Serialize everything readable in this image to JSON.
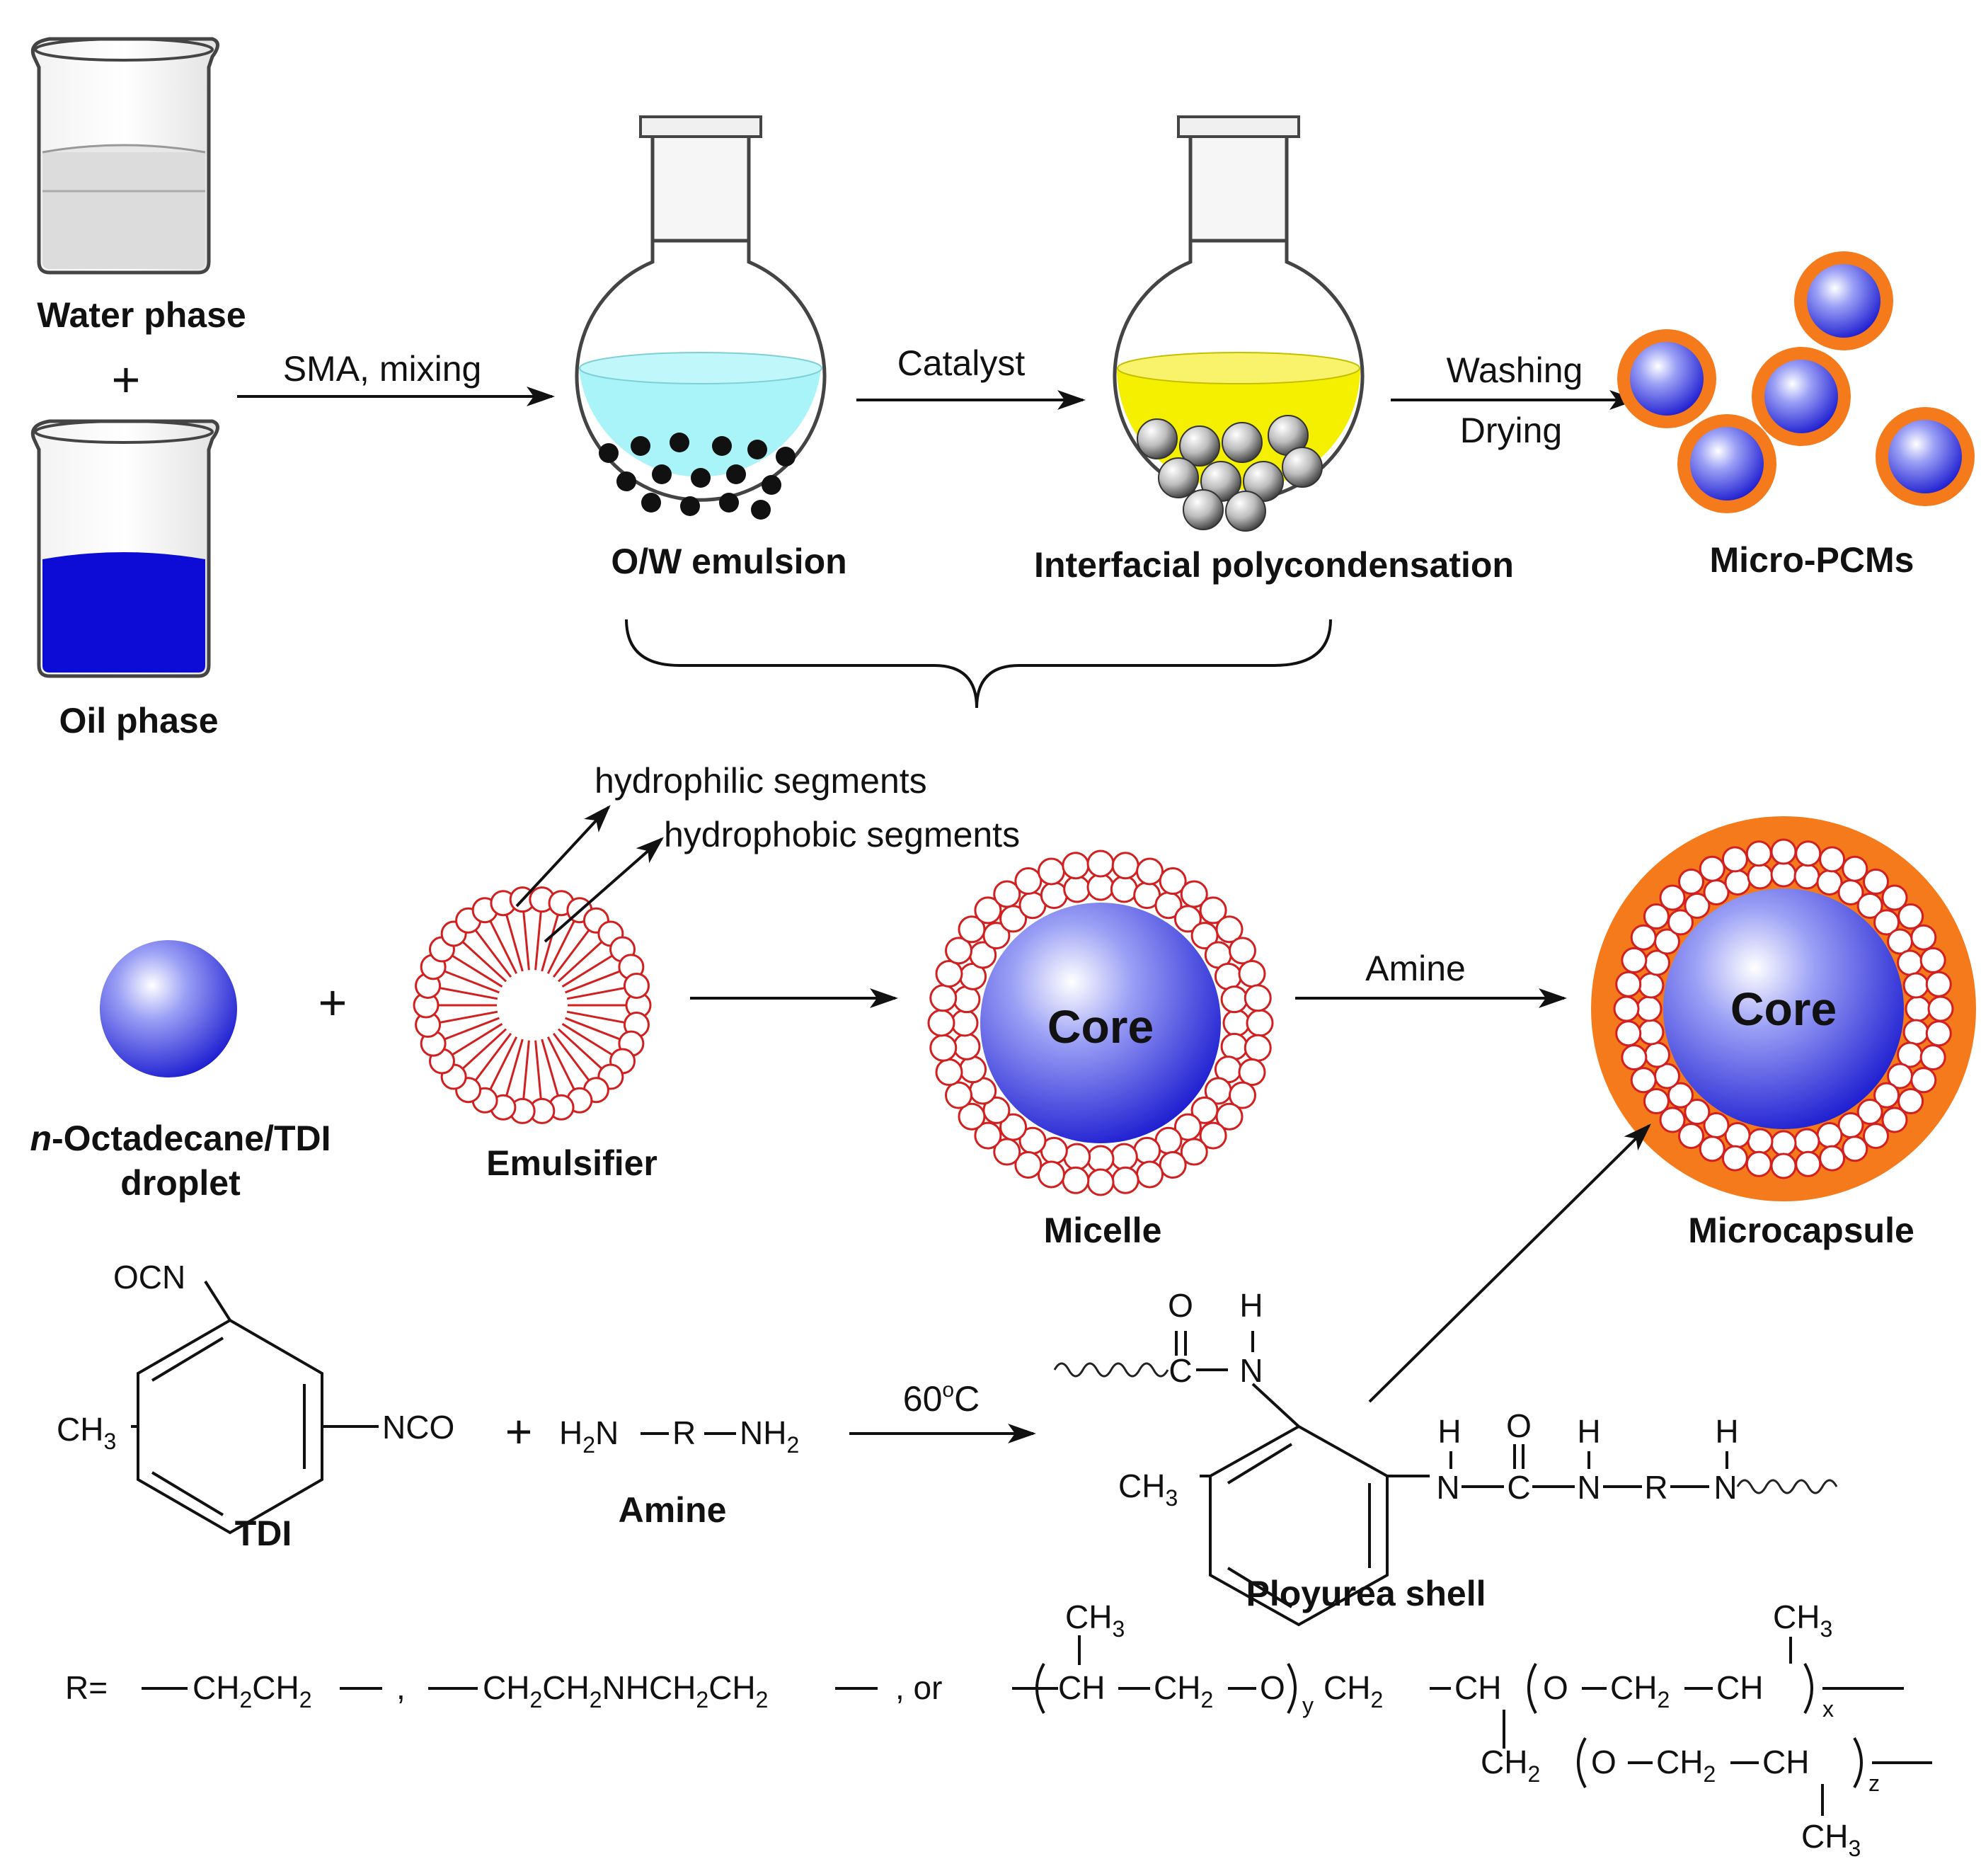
{
  "top": {
    "water_phase": "Water phase",
    "plus": "+",
    "oil_phase": "Oil phase",
    "arrow1": "SMA, mixing",
    "emulsion": "O/W emulsion",
    "arrow2": "Catalyst",
    "polycondensation": "Interfacial polycondensation",
    "arrow3_line1": "Washing",
    "arrow3_line2": "Drying",
    "micro_pcms": "Micro-PCMs"
  },
  "middle": {
    "hydrophilic": "hydrophilic segments",
    "hydrophobic": "hydrophobic segments",
    "droplet_line1_italic": "n",
    "droplet_line1_rest": "-Octadecane/TDI",
    "droplet_line2": "droplet",
    "plus": "+",
    "emulsifier": "Emulsifier",
    "core1": "Core",
    "micelle": "Micelle",
    "amine_arrow": "Amine",
    "core2": "Core",
    "microcapsule": "Microcapsule"
  },
  "reaction": {
    "ocn": "OCN",
    "nco": "NCO",
    "ch3": "CH",
    "sub3": "3",
    "tdi": "TDI",
    "plus": "+",
    "amine_formula_a": "H",
    "amine_formula_b": "N",
    "amine_formula_r": "R",
    "amine_formula_c": "NH",
    "sub2": "2",
    "amine": "Amine",
    "temp_value": "60",
    "temp_sup": "o",
    "temp_unit": "C",
    "O": "O",
    "H": "H",
    "C": "C",
    "N": "N",
    "R": "R",
    "shell": "Ployurea shell"
  },
  "rdef": {
    "prefix": "R=",
    "opt1_a": "CH",
    "opt1_b": "CH",
    "comma": ",",
    "opt2_a": "CH",
    "opt2_b": "CH",
    "opt2_c": "NHCH",
    "opt2_d": "CH",
    "or": ", or",
    "ch": "CH",
    "ch2": "CH",
    "o": "O",
    "y": "y",
    "x": "x",
    "z": "z",
    "ch3": "CH",
    "sub2": "2",
    "sub3": "3"
  },
  "colors": {
    "water": "#a8f4f8",
    "oil": "#0d0bd6",
    "yellow": "#f5f000",
    "shell": "#f47a1c",
    "emulsifier": "#d21f1f",
    "core": "#2020e0"
  }
}
